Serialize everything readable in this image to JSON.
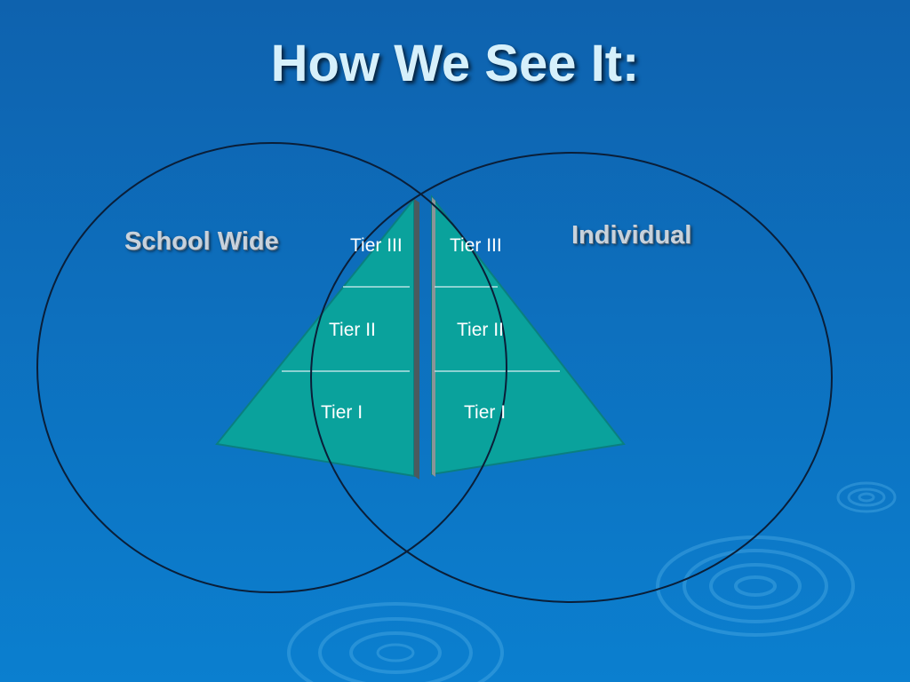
{
  "slide": {
    "title": "How We See It:"
  },
  "venn": {
    "left_set": {
      "label": "School Wide"
    },
    "right_set": {
      "label": "Individual"
    }
  },
  "left_pyramid": {
    "tiers": [
      "Tier III",
      "Tier II",
      "Tier I"
    ]
  },
  "right_pyramid": {
    "tiers": [
      "Tier III",
      "Tier II",
      "Tier I"
    ]
  },
  "colors": {
    "background": "#0d6fbd",
    "pyramid_fill": "#0aa29c",
    "circle_stroke": "#0a1e38",
    "title_text": "#d6f0fb",
    "set_label_text": "#c8d2dc"
  }
}
